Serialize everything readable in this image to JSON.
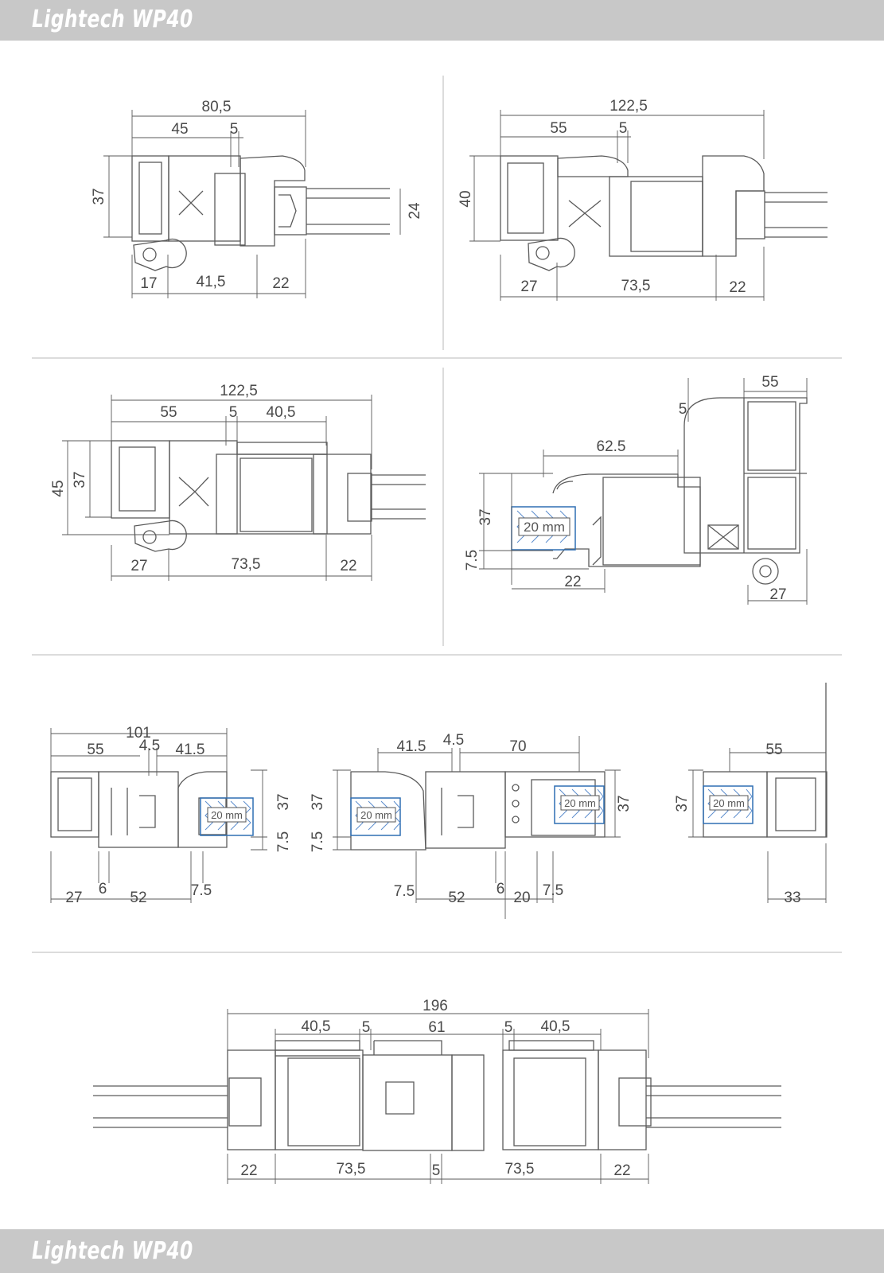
{
  "header": {
    "title": "Lightech WP40"
  },
  "footer": {
    "title": "Lightech WP40"
  },
  "colors": {
    "band": "#c8c8c8",
    "line": "#5a5a5a",
    "insulation": "#2f6fb3"
  },
  "diagrams": [
    {
      "id": "section-1",
      "labels": [
        "80,5",
        "45",
        "5",
        "37",
        "24",
        "17",
        "41,5",
        "22"
      ]
    },
    {
      "id": "section-2",
      "labels": [
        "122,5",
        "55",
        "5",
        "40",
        "27",
        "73,5",
        "22"
      ]
    },
    {
      "id": "section-3",
      "labels": [
        "122,5",
        "55",
        "5",
        "40,5",
        "45",
        "37",
        "27",
        "73,5",
        "22"
      ]
    },
    {
      "id": "section-4",
      "labels": [
        "55",
        "5",
        "62.5",
        "37",
        "7.5",
        "22",
        "27"
      ],
      "insulation": "20 mm"
    },
    {
      "id": "section-5",
      "labels": [
        "101",
        "55",
        "4.5",
        "41.5",
        "37",
        "7.5",
        "27",
        "6",
        "52",
        "7.5"
      ],
      "insulation": "20 mm"
    },
    {
      "id": "section-6",
      "labels": [
        "41.5",
        "4.5",
        "70",
        "37",
        "7.5",
        "37",
        "7.5",
        "52",
        "6",
        "20",
        "7.5"
      ],
      "insulation": [
        "20 mm",
        "20 mm"
      ]
    },
    {
      "id": "section-7",
      "labels": [
        "55",
        "37",
        "33"
      ],
      "insulation": "20 mm"
    },
    {
      "id": "section-8",
      "labels": [
        "196",
        "40,5",
        "5",
        "61",
        "5",
        "40,5",
        "22",
        "73,5",
        "5",
        "73,5",
        "22"
      ]
    }
  ]
}
